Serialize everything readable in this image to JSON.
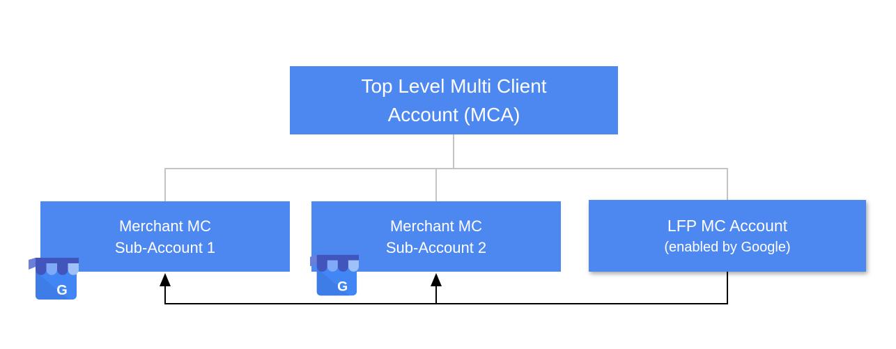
{
  "diagram_type": "account-hierarchy",
  "nodes": {
    "mca": {
      "line1": "Top Level Multi Client",
      "line2": "Account (MCA)"
    },
    "sub1": {
      "line1": "Merchant MC",
      "line2": "Sub-Account 1"
    },
    "sub2": {
      "line1": "Merchant MC",
      "line2": "Sub-Account 2"
    },
    "lfp": {
      "line1": "LFP MC Account",
      "line2": "(enabled by Google)"
    }
  },
  "icons": {
    "gmb": {
      "name": "google-my-business-icon",
      "letter": "G"
    }
  },
  "colors": {
    "node_fill": "#4d87f0",
    "node_text": "#ffffff",
    "tree_connector": "#c4c4c4",
    "flow_connector": "#000000",
    "gmb_fold": "#6b7fd9",
    "gmb_awning_dark": "#4155bd",
    "gmb_awning_light": "#80a9f7",
    "gmb_awning_light2": "#9dc1f8",
    "gmb_body": "#4285f4",
    "gmb_body_shade": "#3e7ce8",
    "gmb_letter_color": "#ffffff"
  }
}
